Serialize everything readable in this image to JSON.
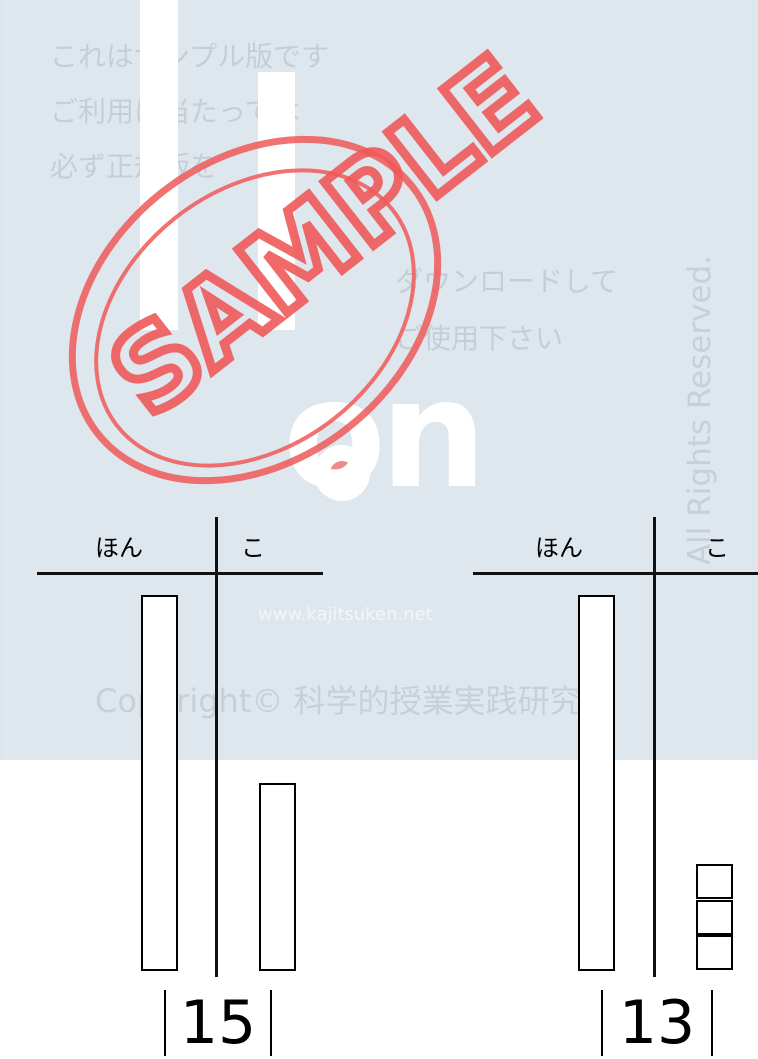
{
  "watermark": {
    "sample_notice": [
      "これはサンプル版です",
      "ご利用に当たっては",
      "必ず正規版を"
    ],
    "download_notice": [
      "ダウンロードして",
      "ご使用下さい"
    ],
    "sample_stamp": "SAMPLE",
    "logo_text": "on",
    "site_url": "www.kajitsuken.net",
    "copyright": "Copyright© 科学的授業実践研究会",
    "rights": "All Rights Reserved."
  },
  "problems": [
    {
      "col_hon": "ほん",
      "col_ko": "こ",
      "hon_count": 1,
      "ko_count": 1,
      "answer": "15"
    },
    {
      "col_hon": "ほん",
      "col_ko": "こ",
      "hon_count": 1,
      "ko_count": 3,
      "answer": "13"
    }
  ],
  "colors": {
    "stamp_red": "#f05a5a",
    "panel": "#dfe7ee"
  }
}
